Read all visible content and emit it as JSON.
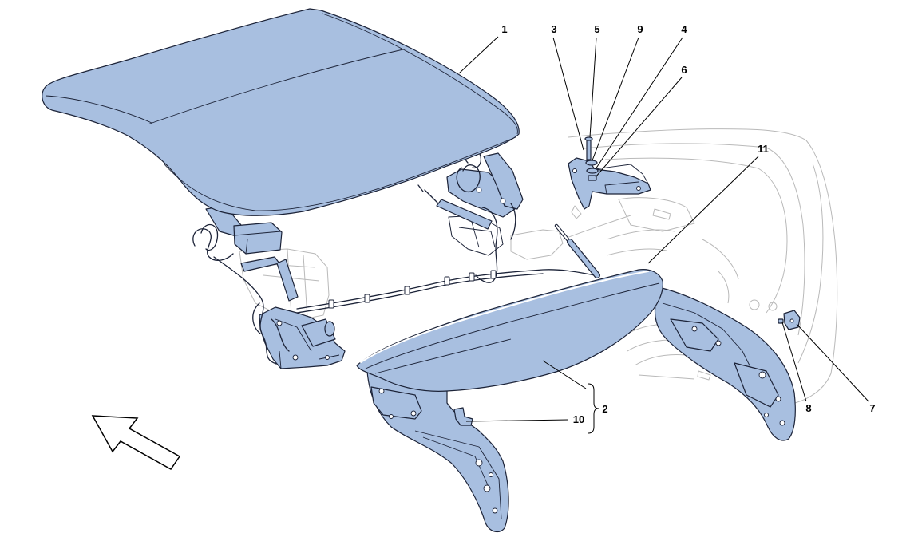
{
  "callouts": [
    {
      "label": "1"
    },
    {
      "label": "3"
    },
    {
      "label": "5"
    },
    {
      "label": "9"
    },
    {
      "label": "4"
    },
    {
      "label": "6"
    },
    {
      "label": "11"
    },
    {
      "label": "2"
    },
    {
      "label": "10"
    },
    {
      "label": "8"
    },
    {
      "label": "7"
    }
  ],
  "colors": {
    "part_fill": "#a8bfe0",
    "outline": "#1c2338",
    "body_line": "#b9b9b9",
    "background": "#ffffff"
  }
}
